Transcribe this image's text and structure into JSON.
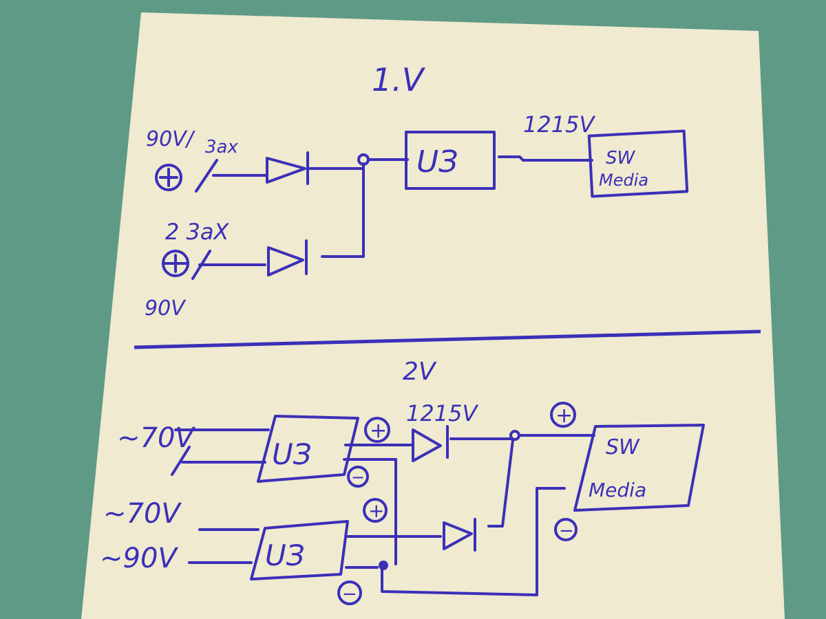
{
  "colors": {
    "background": "#5f9a86",
    "paper": "#efead0",
    "ink": "#3b2fb8"
  },
  "section1": {
    "title": "1.V",
    "input1_voltage": "90V/",
    "input1_label": "3ax",
    "input2_label": "2 3aX",
    "input2_voltage": "90V",
    "converter": "UЗ",
    "output_voltage": "1215V",
    "load_line1": "SW",
    "load_line2": "Media"
  },
  "section2": {
    "title": "2V",
    "input1_voltage": "~70V",
    "input2_voltage": "~70V",
    "input3_voltage": "~90V",
    "converter1": "UЗ",
    "converter2": "UЗ",
    "output_voltage": "1215V",
    "load_line1": "SW",
    "load_line2": "Media",
    "plus": "+",
    "minus": "−"
  }
}
